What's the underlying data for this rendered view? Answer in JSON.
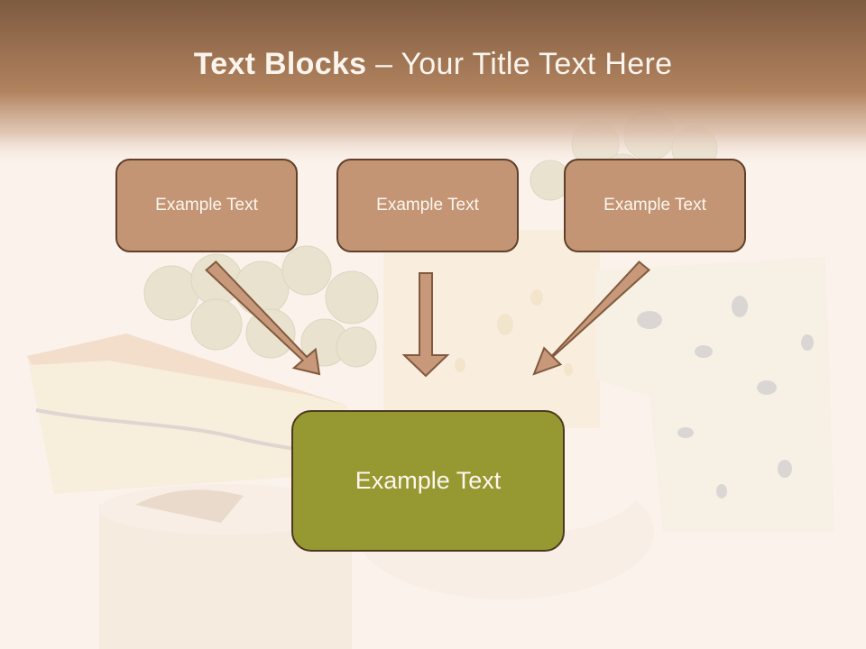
{
  "title": {
    "bold": "Text Blocks",
    "dash": " – ",
    "rest": "Your Title Text Here"
  },
  "blocks": [
    {
      "label": "Example Text"
    },
    {
      "label": "Example Text"
    },
    {
      "label": "Example Text"
    }
  ],
  "target": {
    "label": "Example Text"
  },
  "colors": {
    "header": "#8b5e40",
    "block_fill": "#c39574",
    "block_border": "#60402a",
    "target_fill": "#969831",
    "arrow_fill": "#c8987a",
    "arrow_stroke": "#815a3e"
  }
}
